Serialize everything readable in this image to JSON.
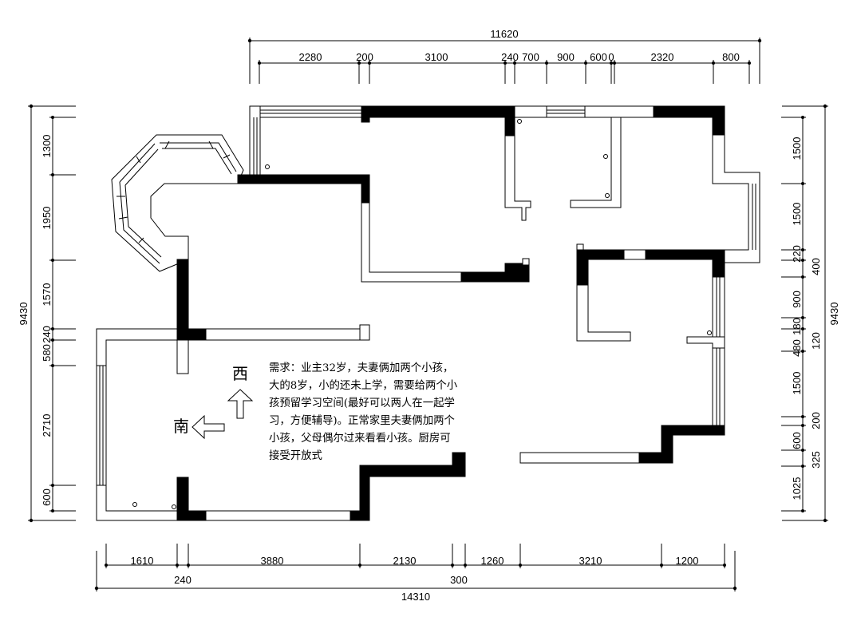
{
  "dimensions": {
    "top_total": "11620",
    "top": [
      "2280",
      "200",
      "3100",
      "240",
      "700",
      "900",
      "600",
      "0",
      "2320",
      "800"
    ],
    "bottom_row1": [
      "1610",
      "3880",
      "2130",
      "1260",
      "3210",
      "1200"
    ],
    "bottom_row2": [
      "240",
      "300"
    ],
    "bottom_total": "14310",
    "left_total": "9430",
    "left": [
      "1300",
      "1950",
      "1570",
      "240",
      "580",
      "2710",
      "600"
    ],
    "right_total": "9430",
    "right_a": [
      "1500",
      "1500",
      "220",
      "900",
      "180",
      "480",
      "1500",
      "600",
      "1025"
    ],
    "right_b": [
      "400",
      "120",
      "200",
      "325"
    ]
  },
  "compass": {
    "west": "西",
    "south": "南"
  },
  "note": "需求：业主32岁，夫妻俩加两个小孩，\n大的8岁，小的还未上学，需要给两个小\n孩预留学习空间(最好可以两人在一起学\n习，方便辅导)。正常家里夫妻俩加两个\n小孩，父母偶尔过来看看小孩。厨房可\n接受开放式"
}
